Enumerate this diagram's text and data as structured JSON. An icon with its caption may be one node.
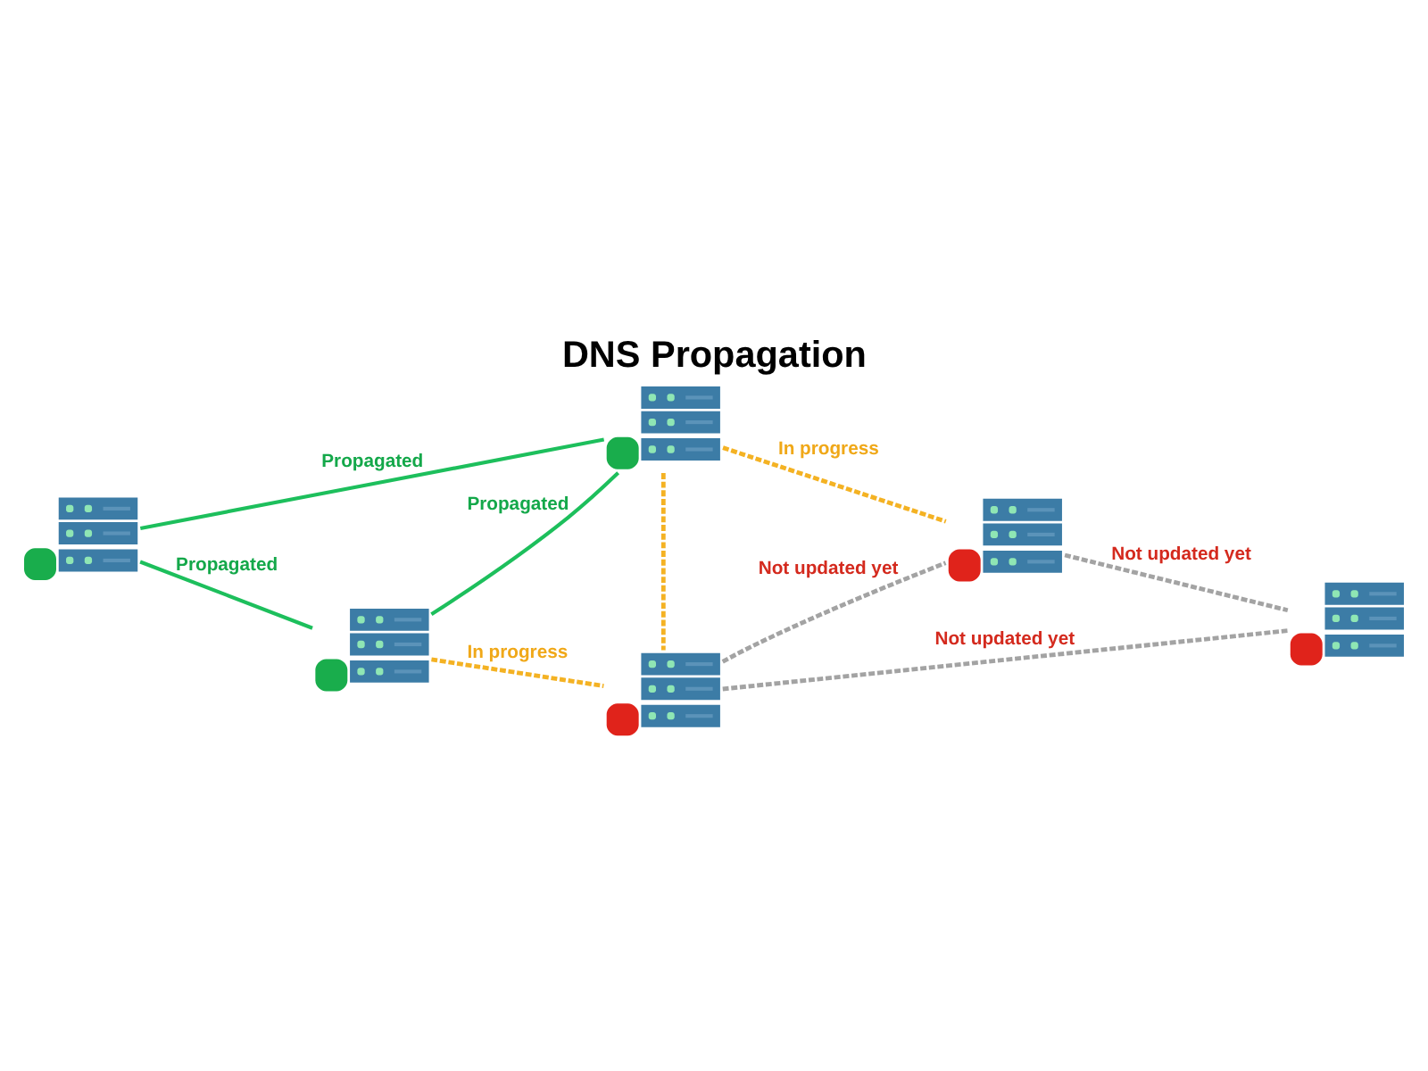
{
  "diagram": {
    "title": "DNS Propagation",
    "nodes": [
      {
        "text": [],
        "shape": "picture"
      },
      {
        "text": [],
        "shape": "picture"
      },
      {
        "text": [],
        "shape": "picture"
      },
      {
        "text": [],
        "shape": "picture"
      },
      {
        "text": [],
        "shape": "picture"
      },
      {
        "text": [],
        "shape": "picture"
      }
    ],
    "edges": [
      {
        "from": 0,
        "to": 1,
        "arrow": "none",
        "label": "Propagated",
        "color": "#1dbf5c"
      },
      {
        "from": 0,
        "to": 3,
        "arrow": "none",
        "label": "Propagated",
        "color": "#1dbf5c"
      },
      {
        "from": 3,
        "to": 1,
        "arrow": "none",
        "label": "Propagated",
        "color": "#1dbf5c"
      },
      {
        "from": 1,
        "to": 2,
        "arrow": "none",
        "label": "In progress",
        "style": "dashed",
        "color": "#f4b223"
      },
      {
        "from": 1,
        "to": 4,
        "arrow": "none",
        "style": "dashed",
        "color": "#f4b223"
      },
      {
        "from": 3,
        "to": 4,
        "arrow": "none",
        "label": "In progress",
        "style": "dashed",
        "color": "#f4b223"
      },
      {
        "from": 4,
        "to": 2,
        "arrow": "none",
        "label": "Not updated yet",
        "style": "dashed",
        "color": "#a3a3a3"
      },
      {
        "from": 4,
        "to": 5,
        "arrow": "none",
        "label": "Not updated yet",
        "style": "dashed",
        "color": "#a3a3a3"
      },
      {
        "from": 2,
        "to": 5,
        "arrow": "none",
        "label": "Not updated yet",
        "style": "dashed",
        "color": "#a3a3a3"
      }
    ]
  }
}
